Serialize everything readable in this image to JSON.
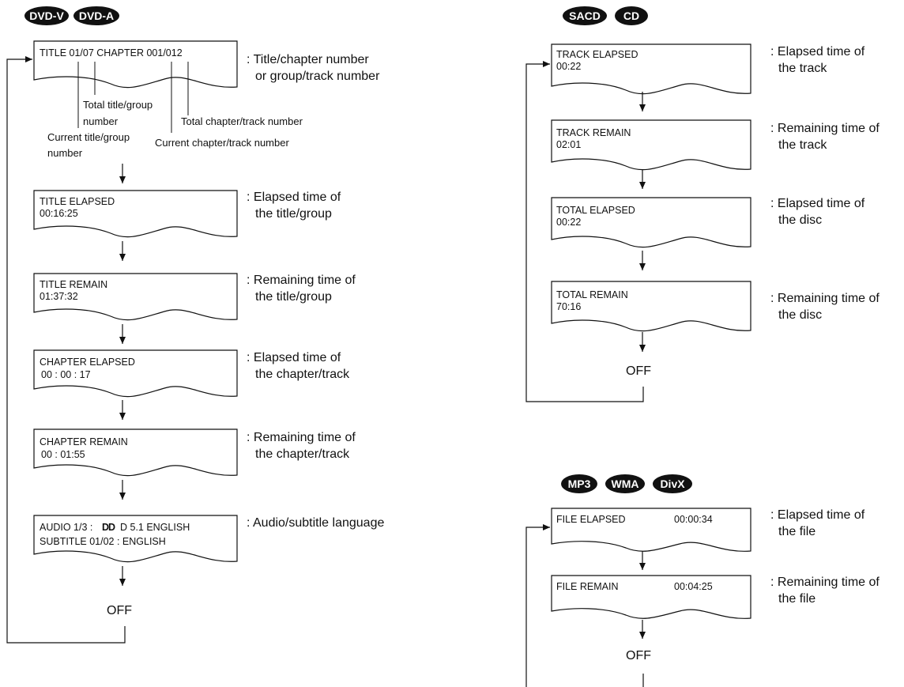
{
  "dvd_section": {
    "badges": [
      "DVD-V",
      "DVD-A"
    ],
    "steps": [
      {
        "line1": "TITLE 01/07 CHAPTER 001/012",
        "line2": "",
        "desc1": ": Title/chapter number",
        "desc2": "or group/track number"
      },
      {
        "line1": "TITLE ELAPSED",
        "line2": "00:16:25",
        "desc1": ": Elapsed time of",
        "desc2": "the title/group"
      },
      {
        "line1": "TITLE REMAIN",
        "line2": "01:37:32",
        "desc1": ": Remaining time of",
        "desc2": "the title/group"
      },
      {
        "line1": "CHAPTER ELAPSED",
        "line2": "00 : 00 : 17",
        "desc1": ": Elapsed time of",
        "desc2": "the chapter/track"
      },
      {
        "line1": "CHAPTER REMAIN",
        "line2": "00 : 01:55",
        "desc1": ": Remaining time of",
        "desc2": "the chapter/track"
      },
      {
        "line1": "AUDIO 1/3 :",
        "line1_dolby": "DD",
        "line1_tail": "D    5.1    ENGLISH",
        "line2": "SUBTITLE  01/02  :  ENGLISH",
        "desc1": ": Audio/subtitle language",
        "desc2": ""
      }
    ],
    "annotations": {
      "total_title": [
        "Total title/group",
        "number"
      ],
      "current_title": [
        "Current title/group",
        "number"
      ],
      "total_chapter": "Total chapter/track number",
      "current_chapter": "Current chapter/track number"
    },
    "off_label": "OFF"
  },
  "sacd_section": {
    "badges": [
      "SACD",
      "CD"
    ],
    "steps": [
      {
        "line1": "TRACK ELAPSED",
        "line2": "00:22",
        "desc1": ": Elapsed time of",
        "desc2": "the track"
      },
      {
        "line1": "TRACK REMAIN",
        "line2": "02:01",
        "desc1": ": Remaining time of",
        "desc2": "the track"
      },
      {
        "line1": "TOTAL ELAPSED",
        "line2": "00:22",
        "desc1": ": Elapsed time of",
        "desc2": "the disc"
      },
      {
        "line1": "TOTAL REMAIN",
        "line2": "70:16",
        "desc1": ": Remaining time of",
        "desc2": "the disc"
      }
    ],
    "off_label": "OFF"
  },
  "mp3_section": {
    "badges": [
      "MP3",
      "WMA",
      "DivX"
    ],
    "steps": [
      {
        "line1": "FILE  ELAPSED",
        "line1_value": "00:00:34",
        "desc1": ": Elapsed time of",
        "desc2": "the file"
      },
      {
        "line1": "FILE  REMAIN",
        "line1_value": "00:04:25",
        "desc1": ": Remaining time of",
        "desc2": "the file"
      }
    ],
    "off_label": "OFF"
  }
}
